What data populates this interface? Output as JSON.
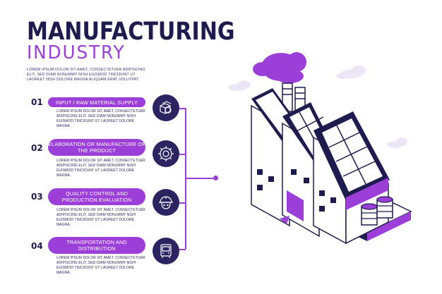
{
  "header": {
    "title_line1": "MANUFACTURING",
    "title_line2": "INDUSTRY",
    "intro": "LOREM IPSUM DOLOR SIT AMET, CONSECTETUER ADIPISCING ELIT, SED DIAM NONUMMY NISH EUISMOD TINCIDUNT UT LAOREET NISH DOLORE MAGNA ALIQUAM ERAT VOLUTPAT."
  },
  "steps": [
    {
      "number": "01",
      "label": "INPUT / RAW MATERIAL SUPPLY",
      "description": "LOREM IPSUM DOLOR SIT AMET, CONSECTETUER ADIPISCING ELIT, SED DIAM NONUMMY NISH EUISMOD TINCIDUNT UT LAOREET DOLORE MAGNA.",
      "icon": "boxes-icon"
    },
    {
      "number": "02",
      "label": "ELABORATION OR MANUFACTURE OF THE PRODUCT",
      "description": "LOREM IPSUM DOLOR SIT AMET, CONSECTETUER ADIPISCING ELIT, SED DIAM NONUMMY NISH EUISMOD TINCIDUNT UT LAOREET DOLORE MAGNA.",
      "icon": "gear-icon"
    },
    {
      "number": "03",
      "label": "QUALITY CONTROL AND PRODUCTION EVALUATION",
      "description": "LOREM IPSUM DOLOR SIT AMET, CONSECTETUER ADIPISCING ELIT, SED DIAM NONUMMY NISH EUISMOD TINCIDUNT UT LAOREET DOLORE MAGNA.",
      "icon": "worker-helmet-icon"
    },
    {
      "number": "04",
      "label": "TRANSPORTATION AND DISTRIBUTION",
      "description": "LOREM IPSUM DOLOR SIT AMET, CONSECTETUER ADIPISCING ELIT, SED DIAM NONUMMY NISH EUISMOD TINCIDUNT UT LAOREET DOLORE MAGNA.",
      "icon": "truck-icon"
    }
  ],
  "colors": {
    "navy": "#1e1b4f",
    "purple": "#9b3fd8",
    "circle": "#2c2460",
    "lavender": "#ece6f7"
  }
}
